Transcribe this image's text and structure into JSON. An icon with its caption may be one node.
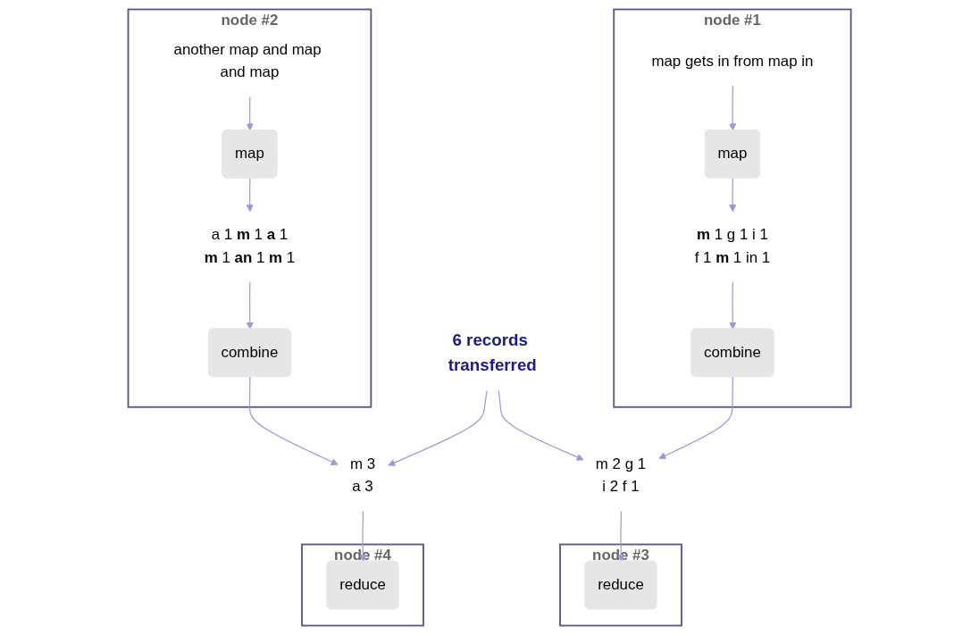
{
  "diagram": {
    "nodes": [
      {
        "text": [
          "node #1"
        ]
      },
      {
        "text": [
          "map gets in from map in"
        ],
        "in": 0
      },
      {
        "text": [
          "map"
        ],
        "in": 0
      },
      {
        "text": [
          "**m** 1 g 1 i 1",
          "f 1 **m** 1 in 1"
        ],
        "in": 0
      },
      {
        "text": [
          "combine"
        ],
        "in": 0
      },
      {
        "text": [
          "node #2"
        ]
      },
      {
        "text": [
          "another map and map and map"
        ],
        "in": 5
      },
      {
        "text": [
          "map"
        ],
        "in": 5
      },
      {
        "text": [
          "a 1 **m** 1 **a** 1",
          "**m** 1 **an** 1 **m** 1"
        ],
        "in": 5
      },
      {
        "text": [
          "combine"
        ],
        "in": 5
      },
      {
        "text": [
          "m 2 g 1",
          "i 2 f 1"
        ]
      },
      {
        "text": [
          "6 records transferred"
        ]
      },
      {
        "text": [
          "m 3",
          "a 3"
        ]
      },
      {
        "text": [
          "node #3"
        ]
      },
      {
        "text": [
          "reduce"
        ],
        "in": 13
      },
      {
        "text": [
          "node #4"
        ]
      },
      {
        "text": [
          "reduce"
        ],
        "in": 15
      }
    ],
    "edges": [
      {
        "from": 1,
        "to": 2,
        "arrow": "to"
      },
      {
        "from": 2,
        "to": 3,
        "arrow": "to"
      },
      {
        "from": 3,
        "to": 4,
        "arrow": "to"
      },
      {
        "from": 4,
        "to": 10,
        "arrow": "to"
      },
      {
        "from": 10,
        "to": 14,
        "arrow": "to"
      },
      {
        "from": 6,
        "to": 7,
        "arrow": "to"
      },
      {
        "from": 7,
        "to": 8,
        "arrow": "to"
      },
      {
        "from": 8,
        "to": 9,
        "arrow": "to"
      },
      {
        "from": 9,
        "to": 12,
        "arrow": "to"
      },
      {
        "from": 12,
        "to": 16,
        "arrow": "to"
      },
      {
        "from": 11,
        "to": 10,
        "arrow": "to"
      },
      {
        "from": 11,
        "to": 12,
        "arrow": "to"
      }
    ]
  }
}
